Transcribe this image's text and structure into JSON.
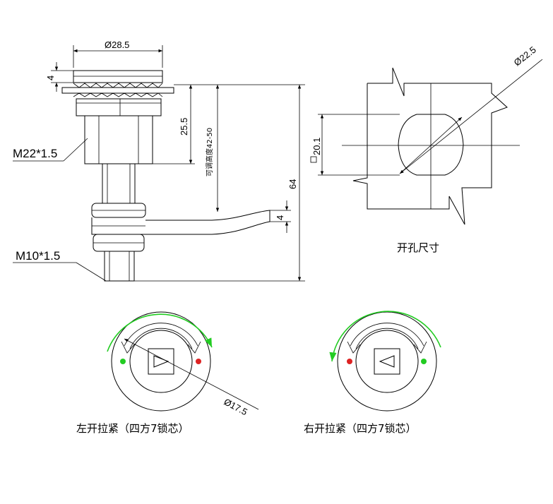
{
  "dimensions": {
    "head_diameter": "Ø28.5",
    "head_height": "4",
    "body_height": "25.5",
    "adjust_height": "可调高度42-50",
    "total_length": "64",
    "cam_thickness": "4",
    "cutout_diameter": "Ø22.5",
    "cutout_flat": "20.1",
    "face_diameter": "Ø17.5"
  },
  "labels": {
    "thread_large": "M22*1.5",
    "thread_small": "M10*1.5",
    "cutout_title": "开孔尺寸",
    "left_caption": "左开拉紧（四方7锁芯）",
    "right_caption": "右开拉紧（四方7锁芯）"
  },
  "colors": {
    "line": "#000000",
    "arrow_green": "#22cc22",
    "dot_green": "#22cc22",
    "dot_red": "#dd2222"
  }
}
